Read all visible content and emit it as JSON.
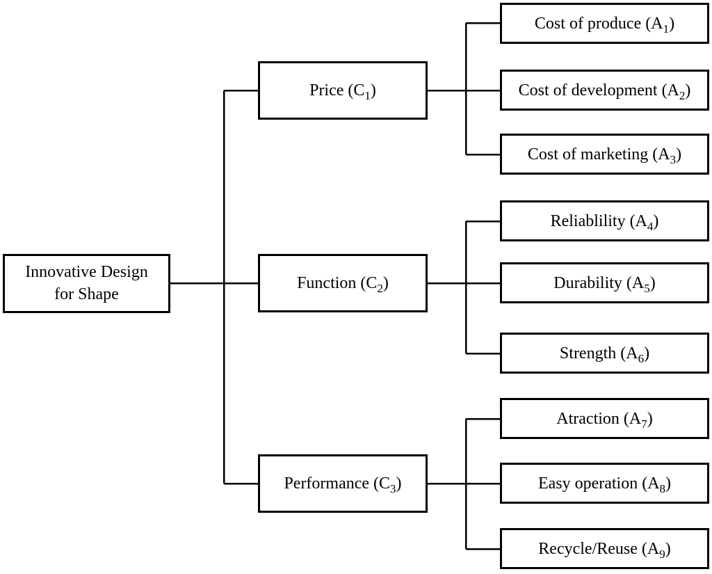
{
  "figure": {
    "root": {
      "line1": "Innovative Design",
      "line2": "for Shape"
    },
    "criteria": [
      {
        "label": {
          "prefix": "Price (C",
          "sub": "1",
          "suffix": ")"
        },
        "attributes": [
          {
            "prefix": "Cost of produce (A",
            "sub": "1",
            "suffix": ")"
          },
          {
            "prefix": "Cost of development (A",
            "sub": "2",
            "suffix": ")"
          },
          {
            "prefix": "Cost of marketing (A",
            "sub": "3",
            "suffix": ")"
          }
        ]
      },
      {
        "label": {
          "prefix": "Function (C",
          "sub": "2",
          "suffix": ")"
        },
        "attributes": [
          {
            "prefix": "Reliablility (A",
            "sub": "4",
            "suffix": ")"
          },
          {
            "prefix": "Durability (A",
            "sub": "5",
            "suffix": ")"
          },
          {
            "prefix": "Strength (A",
            "sub": "6",
            "suffix": ")"
          }
        ]
      },
      {
        "label": {
          "prefix": "Performance (C",
          "sub": "3",
          "suffix": ")"
        },
        "attributes": [
          {
            "prefix": "Atraction (A",
            "sub": "7",
            "suffix": ")"
          },
          {
            "prefix": "Easy operation (A",
            "sub": "8",
            "suffix": ")"
          },
          {
            "prefix": "Recycle/Reuse (A",
            "sub": "9",
            "suffix": ")"
          }
        ]
      }
    ],
    "colors": {
      "background": "#ffffff",
      "line": "#000000",
      "box_border": "#000000",
      "text": "#000000"
    }
  }
}
